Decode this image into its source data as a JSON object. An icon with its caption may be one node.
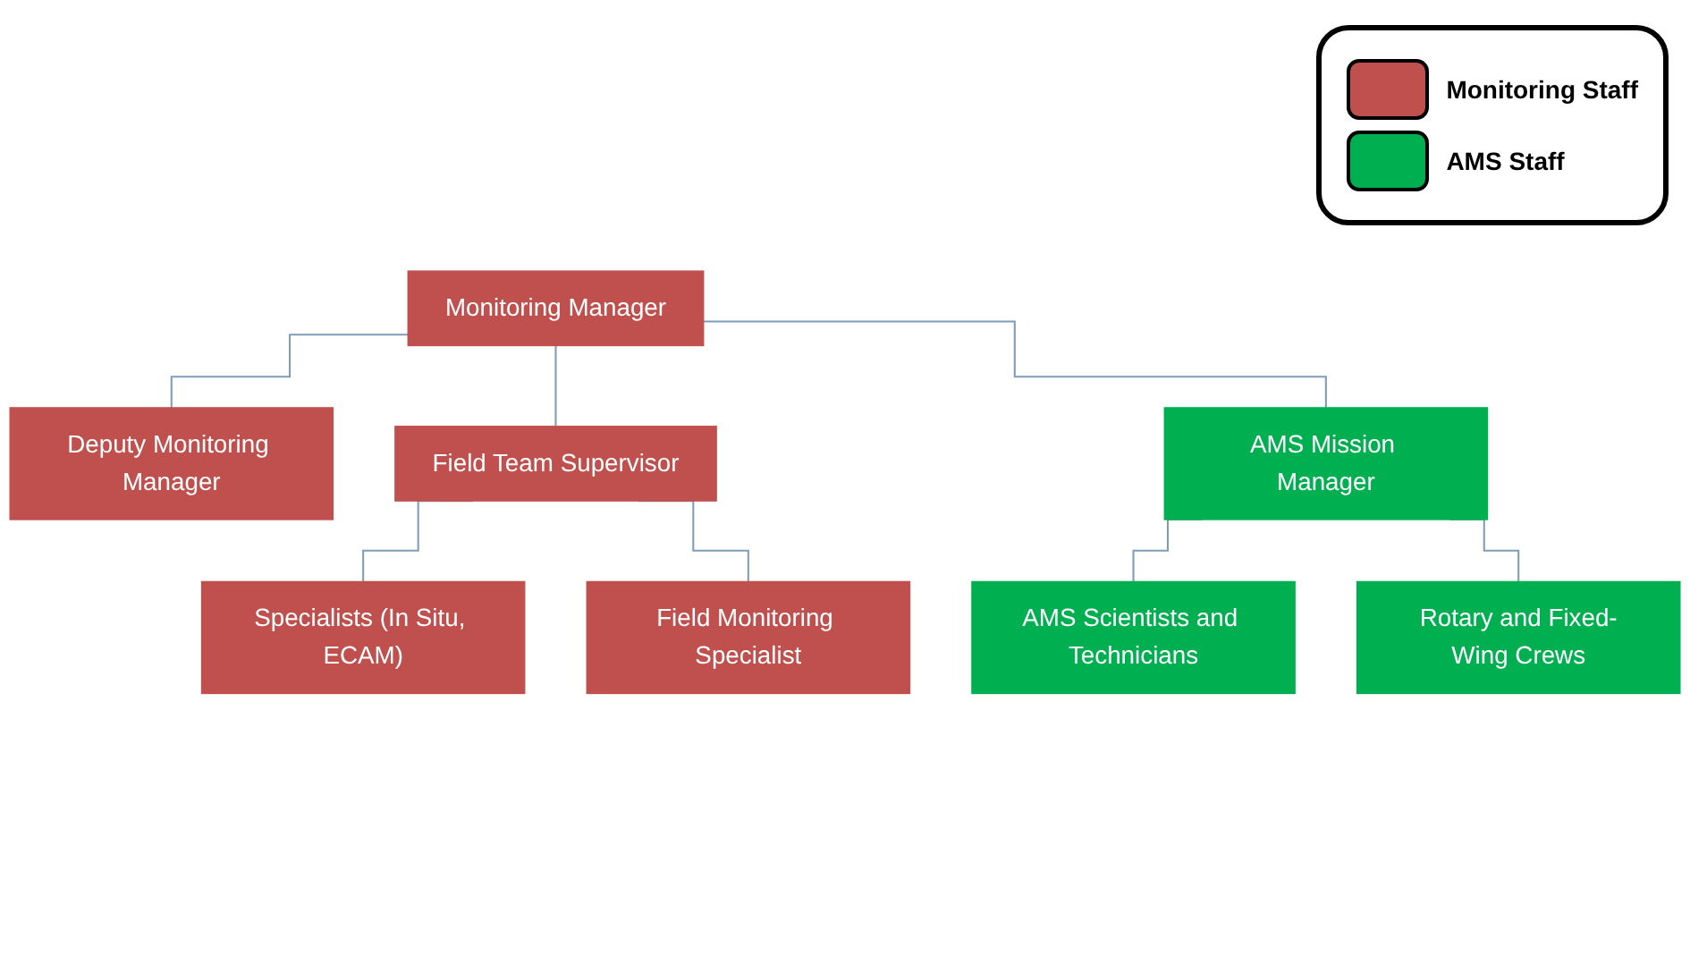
{
  "diagram": {
    "nodes": [
      {
        "text": [
          "Monitoring Manager"
        ]
      },
      {
        "text": [
          "Deputy Monitoring Manager"
        ]
      },
      {
        "text": [
          "Field Team Supervisor"
        ]
      },
      {
        "text": [
          "AMS Mission Manager"
        ]
      },
      {
        "text": [
          "Specialists (In Situ, ECAM)"
        ]
      },
      {
        "text": [
          "Field Monitoring Specialist"
        ]
      },
      {
        "text": [
          "AMS Scientists and Technicians"
        ]
      },
      {
        "text": [
          "Rotary and Fixed-Wing Crews"
        ]
      }
    ],
    "edges": [
      {
        "from": 0,
        "to": 1,
        "arrow": "none"
      },
      {
        "from": 0,
        "to": 2,
        "arrow": "none"
      },
      {
        "from": 0,
        "to": 3,
        "arrow": "none"
      },
      {
        "from": 2,
        "to": 4,
        "arrow": "none"
      },
      {
        "from": 2,
        "to": 5,
        "arrow": "none"
      },
      {
        "from": 3,
        "to": 6,
        "arrow": "none"
      },
      {
        "from": 3,
        "to": 7,
        "arrow": "none"
      }
    ],
    "legend": [
      {
        "text": "Monitoring Staff",
        "color": "#c0504d"
      },
      {
        "text": "AMS Staff",
        "color": "#00b050"
      }
    ]
  }
}
